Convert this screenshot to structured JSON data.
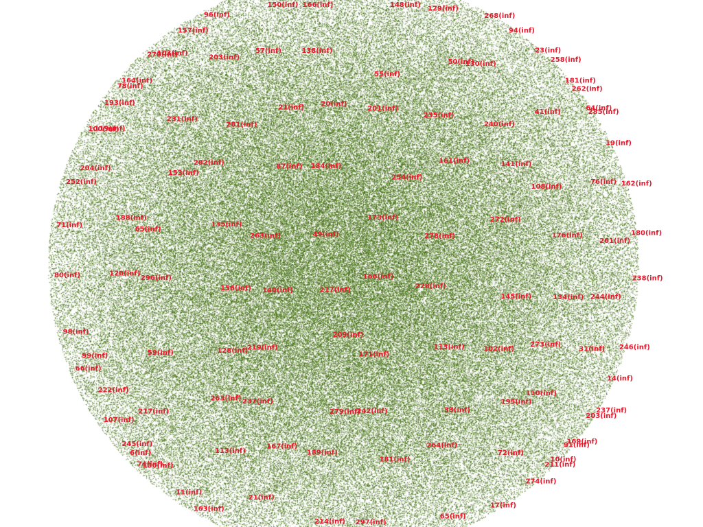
{
  "graph": {
    "edge_color": "#3d6b0a",
    "label_color": "#e8192c",
    "background": "#ffffff",
    "labels": [
      "164(inf)",
      "270(inf)",
      "157(inf)",
      "96(inf)",
      "150(inf)",
      "166(inf)",
      "148(inf)",
      "129(inf)",
      "268(inf)",
      "94(inf)",
      "23(inf)",
      "181(inf)",
      "193(inf)",
      "78(inf)",
      "103(inf)",
      "203(inf)",
      "57(inf)",
      "138(inf)",
      "55(inf)",
      "50(inf)",
      "130(inf)",
      "258(inf)",
      "262(inf)",
      "64(inf)",
      "100(inf)",
      "119(inf)",
      "231(inf)",
      "281(inf)",
      "21(inf)",
      "20(inf)",
      "201(inf)",
      "235(inf)",
      "240(inf)",
      "41(inf)",
      "285(inf)",
      "19(inf)",
      "252(inf)",
      "204(inf)",
      "153(inf)",
      "282(inf)",
      "87(inf)",
      "184(inf)",
      "254(inf)",
      "161(inf)",
      "141(inf)",
      "108(inf)",
      "76(inf)",
      "162(inf)",
      "71(inf)",
      "188(inf)",
      "65(inf)",
      "135(inf)",
      "263(inf)",
      "49(inf)",
      "173(inf)",
      "278(inf)",
      "272(inf)",
      "176(inf)",
      "261(inf)",
      "180(inf)",
      "80(inf)",
      "120(inf)",
      "296(inf)",
      "156(inf)",
      "140(inf)",
      "217(inf)",
      "166(inf)",
      "228(inf)",
      "145(inf)",
      "134(inf)",
      "244(inf)",
      "238(inf)",
      "98(inf)",
      "99(inf)",
      "59(inf)",
      "128(inf)",
      "219(inf)",
      "209(inf)",
      "171(inf)",
      "113(inf)",
      "102(inf)",
      "273(inf)",
      "31(inf)",
      "246(inf)",
      "66(inf)",
      "222(inf)",
      "217(inf)",
      "263(inf)",
      "237(inf)",
      "279(inf)",
      "242(inf)",
      "33(inf)",
      "195(inf)",
      "110(inf)",
      "237(inf)",
      "14(inf)",
      "107(inf)",
      "245(inf)",
      "74(inf)",
      "113(inf)",
      "167(inf)",
      "189(inf)",
      "181(inf)",
      "264(inf)",
      "72(inf)",
      "211(inf)",
      "169(inf)",
      "203(inf)",
      "6(inf)",
      "136(inf)",
      "11(inf)",
      "163(inf)",
      "21(inf)",
      "214(inf)",
      "297(inf)",
      "65(inf)",
      "17(inf)",
      "274(inf)",
      "10(inf)",
      "91(inf)"
    ]
  }
}
